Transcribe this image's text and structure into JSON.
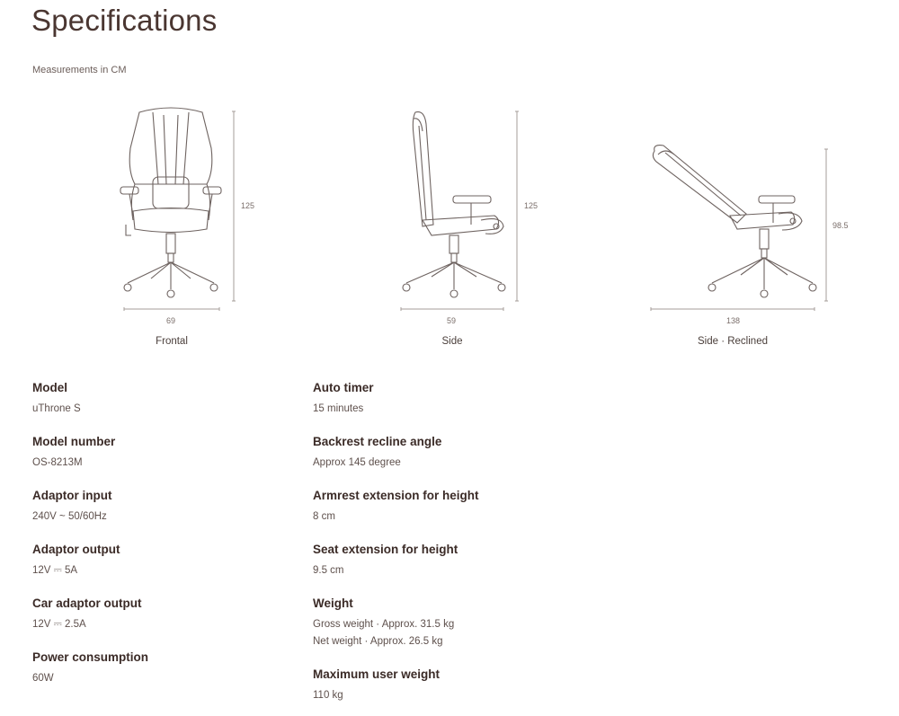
{
  "page": {
    "title": "Specifications",
    "subtitle": "Measurements in CM"
  },
  "diagrams": [
    {
      "caption": "Frontal",
      "height_label": "125",
      "width_label": "69"
    },
    {
      "caption": "Side",
      "height_label": "125",
      "width_label": "59"
    },
    {
      "caption": "Side · Reclined",
      "height_label": "98.5",
      "width_label": "138"
    }
  ],
  "specs_left": [
    {
      "label": "Model",
      "values": [
        "uThrone S"
      ]
    },
    {
      "label": "Model number",
      "values": [
        "OS-8213M"
      ]
    },
    {
      "label": "Adaptor input",
      "values": [
        "240V ~ 50/60Hz"
      ]
    },
    {
      "label": "Adaptor output",
      "values": [
        "12V ⎓ 5A"
      ]
    },
    {
      "label": "Car adaptor output",
      "values": [
        "12V ⎓ 2.5A"
      ]
    },
    {
      "label": "Power consumption",
      "values": [
        "60W"
      ]
    }
  ],
  "specs_right": [
    {
      "label": "Auto timer",
      "values": [
        "15 minutes"
      ]
    },
    {
      "label": "Backrest recline angle",
      "values": [
        "Approx 145 degree"
      ]
    },
    {
      "label": "Armrest extension for height",
      "values": [
        "8 cm"
      ]
    },
    {
      "label": "Seat extension for height",
      "values": [
        "9.5 cm"
      ]
    },
    {
      "label": "Weight",
      "values": [
        "Gross weight · Approx. 31.5 kg",
        "Net weight · Approx. 26.5 kg"
      ]
    },
    {
      "label": "Maximum user weight",
      "values": [
        "110 kg"
      ]
    }
  ],
  "colors": {
    "title": "#4a3631",
    "label": "#3b2b27",
    "value": "#5e504c",
    "line": "#8a7f7b"
  }
}
